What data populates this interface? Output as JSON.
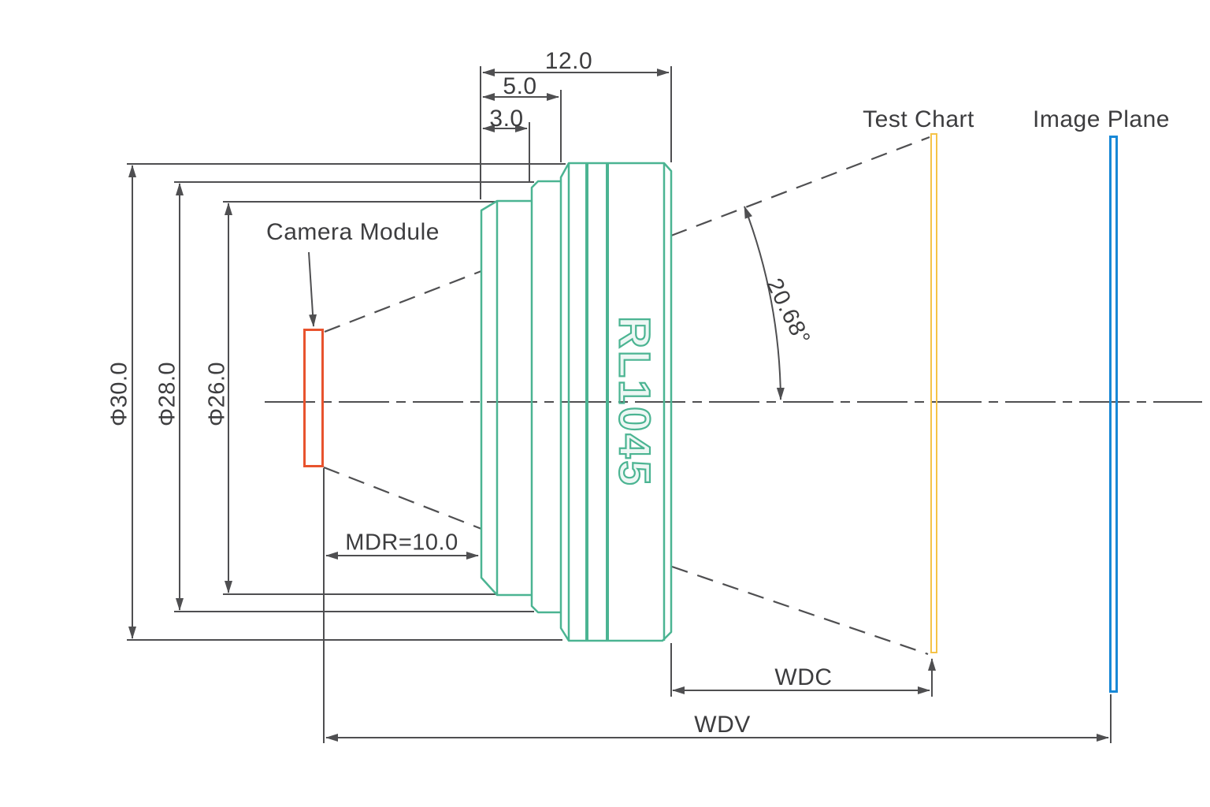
{
  "drawing": {
    "model_engraving": "RL1045",
    "labels": {
      "camera_module": "Camera Module",
      "test_chart": "Test Chart",
      "image_plane": "Image Plane"
    },
    "dimensions": {
      "total_length": "12.0",
      "mid_length": "5.0",
      "front_length": "3.0",
      "outer_diameter": "Φ30.0",
      "mid_diameter": "Φ28.0",
      "front_diameter": "Φ26.0",
      "mdr": "MDR=10.0",
      "wdc": "WDC",
      "wdv": "WDV",
      "fov_angle": "20.68°"
    },
    "colors": {
      "lens_outline": "#4bb492",
      "camera_module": "#e8532e",
      "test_chart": "#f5c348",
      "image_plane": "#1888d6",
      "dimension_lines": "#4f4f51",
      "label_text": "#3d3d3f"
    }
  }
}
